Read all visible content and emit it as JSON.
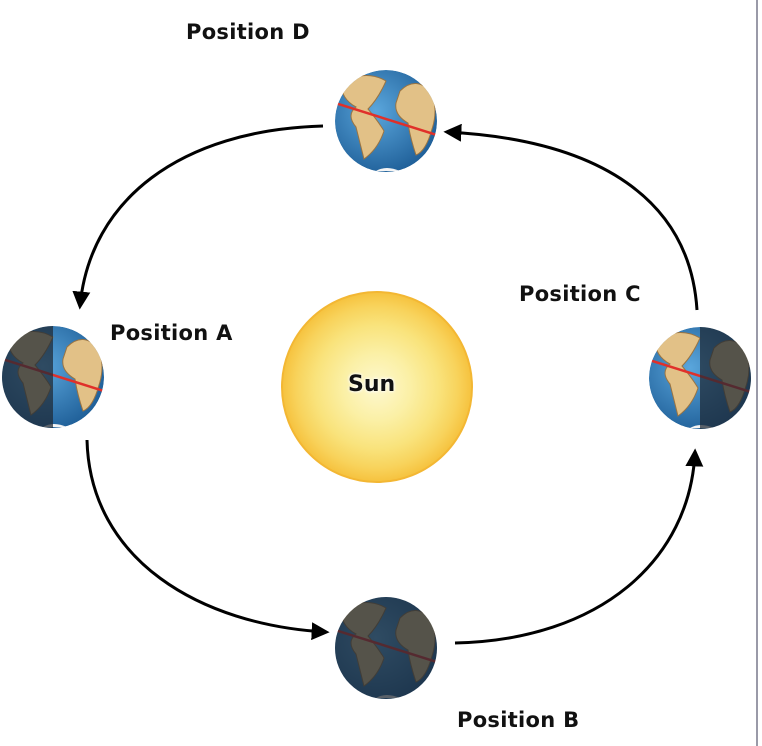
{
  "labels": {
    "position_a": "Position A",
    "position_b": "Position B",
    "position_c": "Position C",
    "position_d": "Position D",
    "sun": "Sun"
  },
  "earths": [
    {
      "id": "d",
      "shadow": "none"
    },
    {
      "id": "a",
      "shadow": "left-half"
    },
    {
      "id": "c",
      "shadow": "right-half"
    },
    {
      "id": "b",
      "shadow": "full"
    }
  ],
  "colors": {
    "ocean": "#3a86c4",
    "land": "#e2c187",
    "equator": "#e0302a",
    "shadow": "#1e2833",
    "sun_outer": "#f8c440",
    "sun_inner": "#fdf6c4",
    "arrow": "#000000"
  }
}
